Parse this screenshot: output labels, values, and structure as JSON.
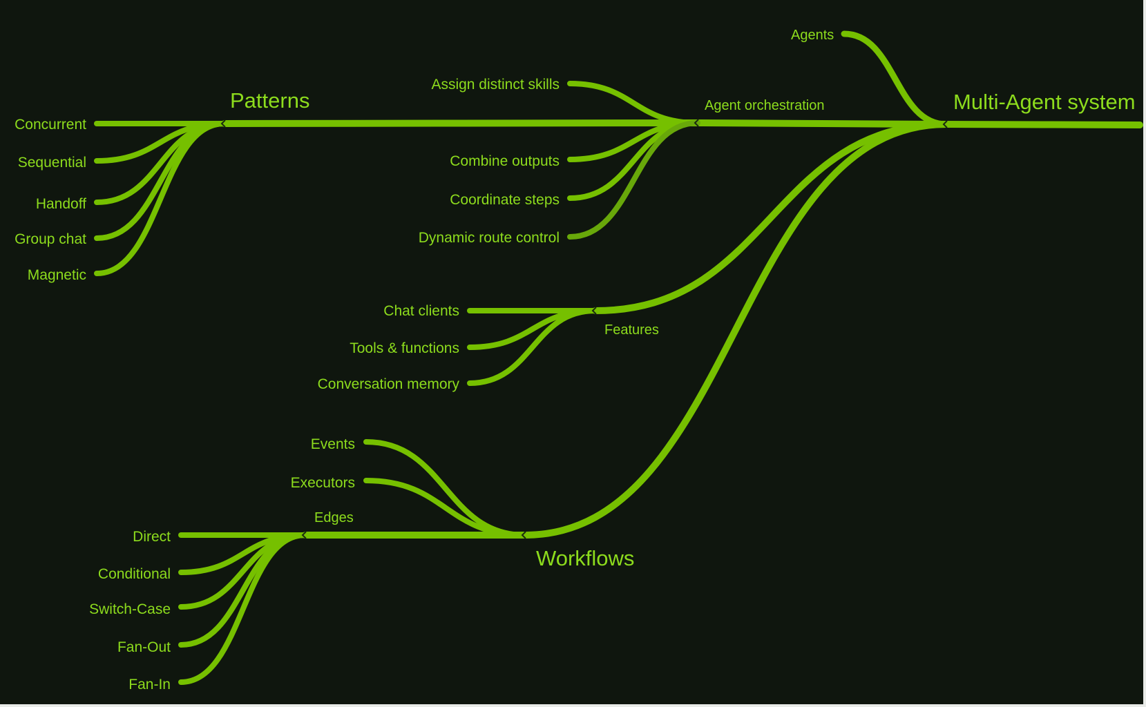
{
  "colors": {
    "background": "#0f160e",
    "branch": "#76c000",
    "branch_dark": "#68a80a",
    "text": "#8ddc1d",
    "frame": "#e9ebe8"
  },
  "root": {
    "label": "Multi-Agent system"
  },
  "nodes": {
    "agents": {
      "label": "Agents"
    },
    "agent_orchestration": {
      "label": "Agent orchestration"
    },
    "patterns": {
      "label": "Patterns"
    },
    "features": {
      "label": "Features"
    },
    "workflows": {
      "label": "Workflows"
    },
    "edges": {
      "label": "Edges"
    }
  },
  "orchestration_children": [
    {
      "label": "Assign distinct skills"
    },
    {
      "label": "Combine outputs"
    },
    {
      "label": "Coordinate steps"
    },
    {
      "label": "Dynamic route control"
    }
  ],
  "pattern_children": [
    {
      "label": "Concurrent"
    },
    {
      "label": "Sequential"
    },
    {
      "label": "Handoff"
    },
    {
      "label": "Group chat"
    },
    {
      "label": "Magnetic"
    }
  ],
  "feature_children": [
    {
      "label": "Chat clients"
    },
    {
      "label": "Tools & functions"
    },
    {
      "label": "Conversation memory"
    }
  ],
  "workflow_children": [
    {
      "label": "Events"
    },
    {
      "label": "Executors"
    }
  ],
  "edge_children": [
    {
      "label": "Direct"
    },
    {
      "label": "Conditional"
    },
    {
      "label": "Switch-Case"
    },
    {
      "label": "Fan-Out"
    },
    {
      "label": "Fan-In"
    }
  ]
}
